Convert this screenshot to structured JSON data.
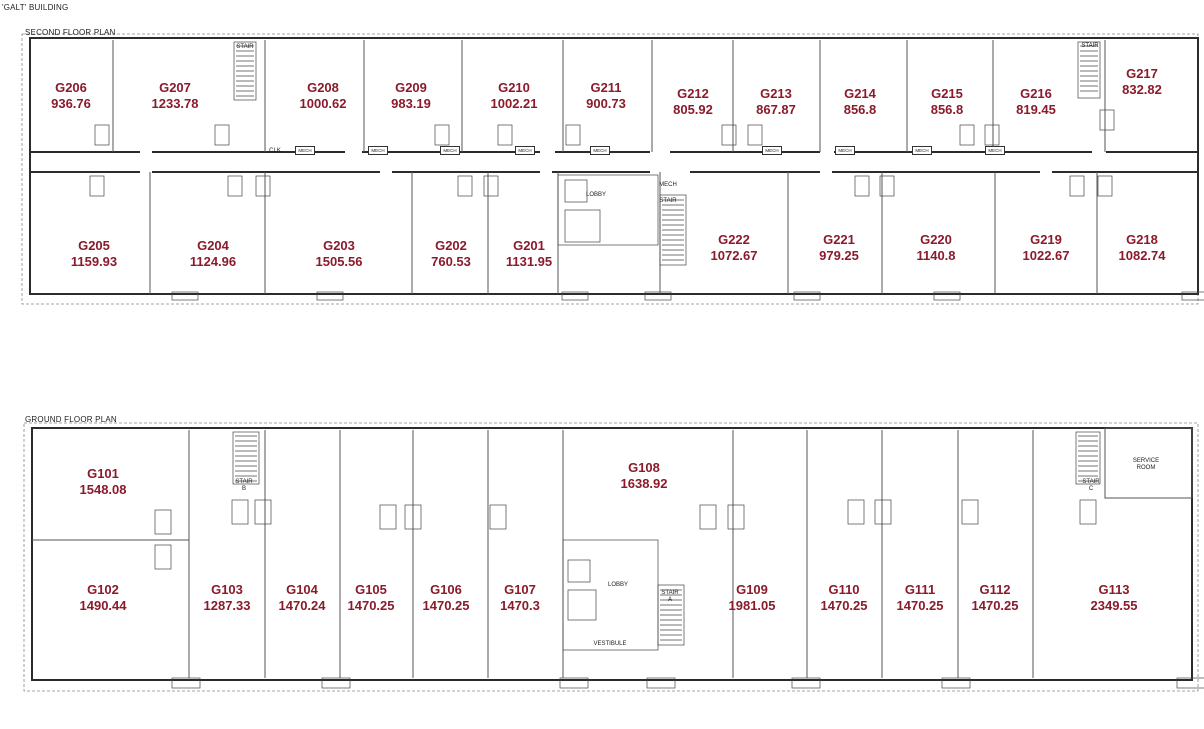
{
  "building_title": "'GALT' BUILDING",
  "second_floor": {
    "label": "SECOND FLOOR PLAN",
    "rooms": [
      {
        "id": "G206",
        "area": "936.76"
      },
      {
        "id": "G207",
        "area": "1233.78"
      },
      {
        "id": "G208",
        "area": "1000.62"
      },
      {
        "id": "G209",
        "area": "983.19"
      },
      {
        "id": "G210",
        "area": "1002.21"
      },
      {
        "id": "G211",
        "area": "900.73"
      },
      {
        "id": "G212",
        "area": "805.92"
      },
      {
        "id": "G213",
        "area": "867.87"
      },
      {
        "id": "G214",
        "area": "856.8"
      },
      {
        "id": "G215",
        "area": "856.8"
      },
      {
        "id": "G216",
        "area": "819.45"
      },
      {
        "id": "G217",
        "area": "832.82"
      },
      {
        "id": "G205",
        "area": "1159.93"
      },
      {
        "id": "G204",
        "area": "1124.96"
      },
      {
        "id": "G203",
        "area": "1505.56"
      },
      {
        "id": "G202",
        "area": "760.53"
      },
      {
        "id": "G201",
        "area": "1131.95"
      },
      {
        "id": "G222",
        "area": "1072.67"
      },
      {
        "id": "G221",
        "area": "979.25"
      },
      {
        "id": "G220",
        "area": "1140.8"
      },
      {
        "id": "G219",
        "area": "1022.67"
      },
      {
        "id": "G218",
        "area": "1082.74"
      }
    ],
    "tags": {
      "stair": "STAIR",
      "stair_b": "STAIR",
      "lobby": "LOBBY",
      "stair_c": "STAIR",
      "mech_center": "MECH",
      "clk": "CLK",
      "mech": "MECH"
    }
  },
  "ground_floor": {
    "label": "GROUND FLOOR PLAN",
    "rooms": [
      {
        "id": "G101",
        "area": "1548.08"
      },
      {
        "id": "G102",
        "area": "1490.44"
      },
      {
        "id": "G103",
        "area": "1287.33"
      },
      {
        "id": "G104",
        "area": "1470.24"
      },
      {
        "id": "G105",
        "area": "1470.25"
      },
      {
        "id": "G106",
        "area": "1470.25"
      },
      {
        "id": "G107",
        "area": "1470.3"
      },
      {
        "id": "G108",
        "area": "1638.92"
      },
      {
        "id": "G109",
        "area": "1981.05"
      },
      {
        "id": "G110",
        "area": "1470.25"
      },
      {
        "id": "G111",
        "area": "1470.25"
      },
      {
        "id": "G112",
        "area": "1470.25"
      },
      {
        "id": "G113",
        "area": "2349.55"
      }
    ],
    "tags": {
      "stair_b": "STAIR\nB",
      "lobby": "LOBBY",
      "stair_a": "STAIR\nA",
      "vestibule": "VESTIBULE",
      "stair_c": "STAIR\nC",
      "service": "SERVICE\nROOM"
    }
  }
}
